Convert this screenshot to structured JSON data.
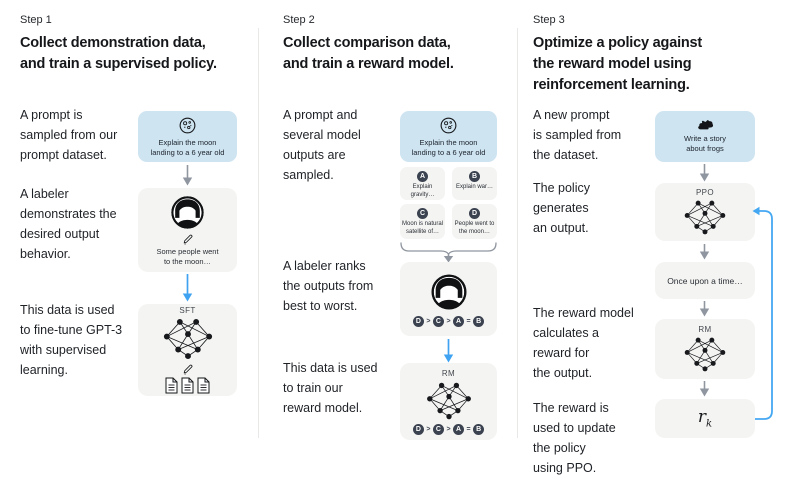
{
  "colors": {
    "background": "#ffffff",
    "card_gray": "#f4f4f2",
    "prompt_blue": "#cee4f1",
    "badge_dark": "#3b4250",
    "arrow_gray": "#8f96a0",
    "arrow_blue": "#3fa3f2",
    "loop_blue": "#45a8f2",
    "text_dark": "#1e2126"
  },
  "columns": [
    {
      "step": "Step 1",
      "heading": "Collect demonstration data,\nand train a supervised policy.",
      "paragraphs": [
        "A prompt is\nsampled from our\nprompt dataset.",
        "A labeler\ndemonstrates the\ndesired output\nbehavior.",
        "This data is used\nto fine-tune GPT-3\nwith supervised\nlearning."
      ],
      "prompt_box": {
        "icon": "moon-icon",
        "text": "Explain the moon\nlanding to a 6 year old"
      },
      "labeler_box": {
        "icon": "labeler-avatar-icon",
        "pencil_icon": "pencil-icon",
        "text": "Some people went\nto the moon…"
      },
      "model_box": {
        "label": "SFT",
        "icons": [
          "neural-network-icon",
          "pencil-icon",
          "documents-icon"
        ]
      }
    },
    {
      "step": "Step 2",
      "heading": "Collect comparison data,\nand train a reward model.",
      "paragraphs": [
        "A prompt and\nseveral model\noutputs are\nsampled.",
        "A labeler ranks\nthe outputs from\nbest to worst.",
        "This data is used\nto train our\nreward model."
      ],
      "prompt_box": {
        "icon": "moon-icon",
        "text": "Explain the moon\nlanding to a 6 year old"
      },
      "outputs": [
        {
          "letter": "A",
          "text": "Explain gravity…"
        },
        {
          "letter": "B",
          "text": "Explain war…"
        },
        {
          "letter": "C",
          "text": "Moon is natural\nsatellite of…"
        },
        {
          "letter": "D",
          "text": "People went to\nthe moon…"
        }
      ],
      "ranking": {
        "badges": [
          "D",
          "C",
          "A",
          "B"
        ],
        "seps": [
          ">",
          ">",
          "="
        ]
      },
      "model_box": {
        "label": "RM",
        "icons": [
          "neural-network-icon"
        ]
      }
    },
    {
      "step": "Step 3",
      "heading": "Optimize a policy against\nthe reward model using\nreinforcement learning.",
      "paragraphs": [
        "A new prompt\nis sampled from\nthe dataset.",
        "The policy\ngenerates\nan output.",
        "The reward model\ncalculates a\nreward for\nthe output.",
        "The reward is\nused to update\nthe policy\nusing PPO."
      ],
      "prompt_box": {
        "icon": "frog-icon",
        "text": "Write a story\nabout frogs"
      },
      "policy_box": {
        "label": "PPO",
        "icons": [
          "neural-network-icon"
        ]
      },
      "output_box": {
        "text": "Once upon a time…"
      },
      "reward_model_box": {
        "label": "RM",
        "icons": [
          "neural-network-icon"
        ]
      },
      "reward_box": {
        "base": "r",
        "subscript": "k"
      }
    }
  ]
}
